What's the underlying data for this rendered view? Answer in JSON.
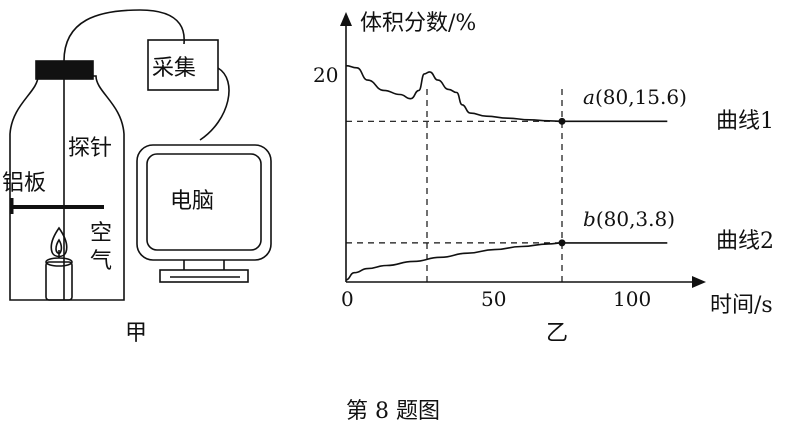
{
  "apparatus": {
    "collector_label": "采集",
    "computer_label": "电脑",
    "probe_label": "探针",
    "plate_label": "铝板",
    "air_label_1": "空",
    "air_label_2": "气",
    "figure_label": "甲"
  },
  "graph": {
    "figure_label": "乙",
    "ylabel": "体积分数/%",
    "xlabel": "时间/s",
    "y_tick_20": "20",
    "x_tick_0": "0",
    "x_tick_50": "50",
    "x_tick_100": "100",
    "point_a_letter": "a",
    "point_a_coords": "(80,15.6)",
    "point_b_letter": "b",
    "point_b_coords": "(80,3.8)",
    "curve1_label": "曲线1",
    "curve2_label": "曲线2"
  },
  "chart_data": {
    "type": "line",
    "xlabel": "时间/s",
    "ylabel": "体积分数/%",
    "xlim": [
      0,
      120
    ],
    "ylim": [
      0,
      25
    ],
    "x_ticks": [
      0,
      50,
      100
    ],
    "y_ticks": [
      20
    ],
    "grid": false,
    "series": [
      {
        "name": "曲线1",
        "x": [
          0,
          4,
          8,
          14,
          20,
          24,
          27,
          29,
          31,
          34,
          38,
          41,
          43,
          46,
          52,
          60,
          68,
          75,
          80,
          90,
          100,
          110,
          119
        ],
        "y": [
          21.0,
          20.8,
          19.6,
          18.6,
          18.2,
          17.8,
          18.6,
          20.2,
          20.4,
          19.6,
          18.7,
          18.4,
          17.2,
          16.4,
          16.1,
          15.9,
          15.75,
          15.65,
          15.6,
          15.6,
          15.6,
          15.6,
          15.6
        ]
      },
      {
        "name": "曲线2",
        "x": [
          0,
          3,
          8,
          15,
          25,
          35,
          45,
          55,
          65,
          75,
          80,
          90,
          100,
          110,
          119
        ],
        "y": [
          0.2,
          0.9,
          1.3,
          1.6,
          2.0,
          2.4,
          2.8,
          3.15,
          3.45,
          3.7,
          3.8,
          3.8,
          3.8,
          3.8,
          3.8
        ]
      }
    ],
    "annotations": [
      {
        "label": "a(80,15.6)",
        "x": 80,
        "y": 15.6
      },
      {
        "label": "b(80,3.8)",
        "x": 80,
        "y": 3.8
      }
    ],
    "reference_lines": [
      {
        "orientation": "vertical",
        "x": 30
      },
      {
        "orientation": "vertical",
        "x": 80
      },
      {
        "orientation": "horizontal",
        "y": 15.6
      },
      {
        "orientation": "horizontal",
        "y": 3.8
      }
    ]
  },
  "caption": "第 8 题图"
}
